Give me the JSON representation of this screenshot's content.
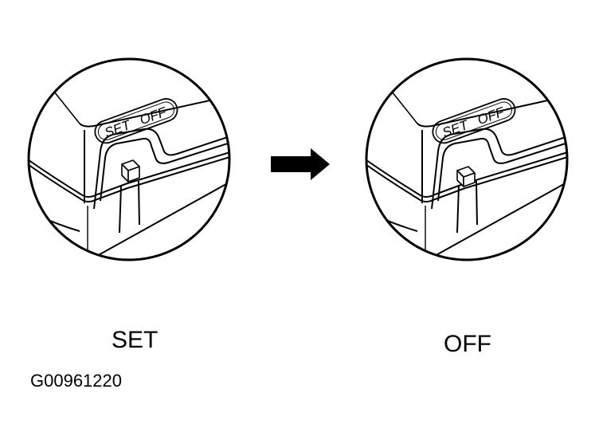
{
  "panels": [
    {
      "id": "set",
      "switch_label_left": "SET",
      "switch_label_right": "OFF",
      "caption": "SET",
      "switch_position": "SET"
    },
    {
      "id": "off",
      "switch_label_left": "SET",
      "switch_label_right": "OFF",
      "caption": "OFF",
      "switch_position": "OFF"
    }
  ],
  "figure_id": "G00961220",
  "colors": {
    "ink": "#000000",
    "paper": "#ffffff"
  },
  "icons": {
    "transition": "right-arrow-icon"
  }
}
